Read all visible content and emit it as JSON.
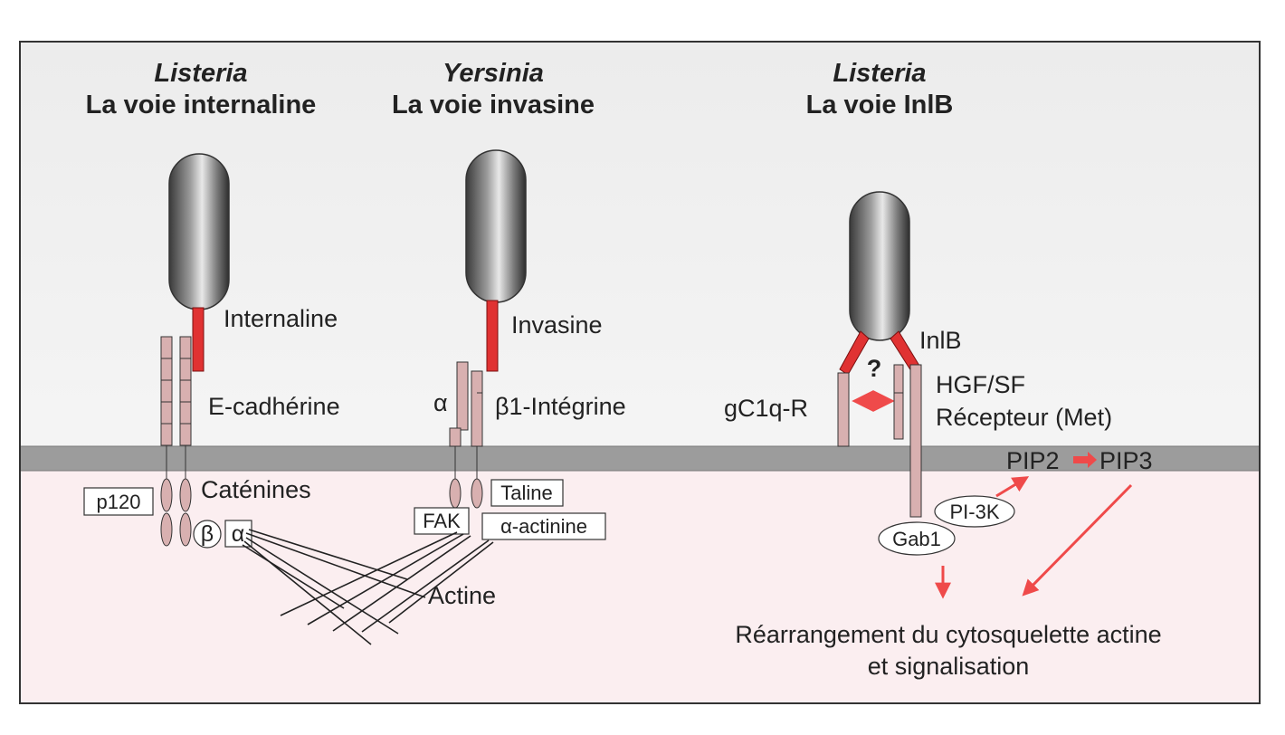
{
  "columns": [
    {
      "organism": "Listeria",
      "pathway": "La voie internaline"
    },
    {
      "organism": "Yersinia",
      "pathway": "La voie invasine"
    },
    {
      "organism": "Listeria",
      "pathway": "La voie InlB"
    }
  ],
  "labels": {
    "internaline": "Internaline",
    "e_cadherine": "E-cadhérine",
    "catenines": "Caténines",
    "p120": "p120",
    "beta": "β",
    "alpha": "α",
    "invasine": "Invasine",
    "alpha_integrin": "α",
    "beta1_integrine": "β1-Intégrine",
    "taline": "Taline",
    "fak": "FAK",
    "alpha_actinine": "α-actinine",
    "actine": "Actine",
    "inlb": "InlB",
    "question": "?",
    "gc1q_r": "gC1q-R",
    "hgf_sf": "HGF/SF",
    "recepteur_met": "Récepteur (Met)",
    "pip2": "PIP2",
    "pip3": "PIP3",
    "pi3k": "PI-3K",
    "gab1": "Gab1"
  },
  "footer": {
    "line1": "Réarrangement du cytosquelette actine",
    "line2": "et signalisation"
  },
  "colors": {
    "background_top": "#f0f0f0",
    "cytoplasm": "#fbeef0",
    "membrane": "#9a9a9a",
    "receptor": "#d8b0b0",
    "bacterium_protein": "#e03232",
    "arrow": "#ef4a4a",
    "outline": "#3a3a3a"
  }
}
